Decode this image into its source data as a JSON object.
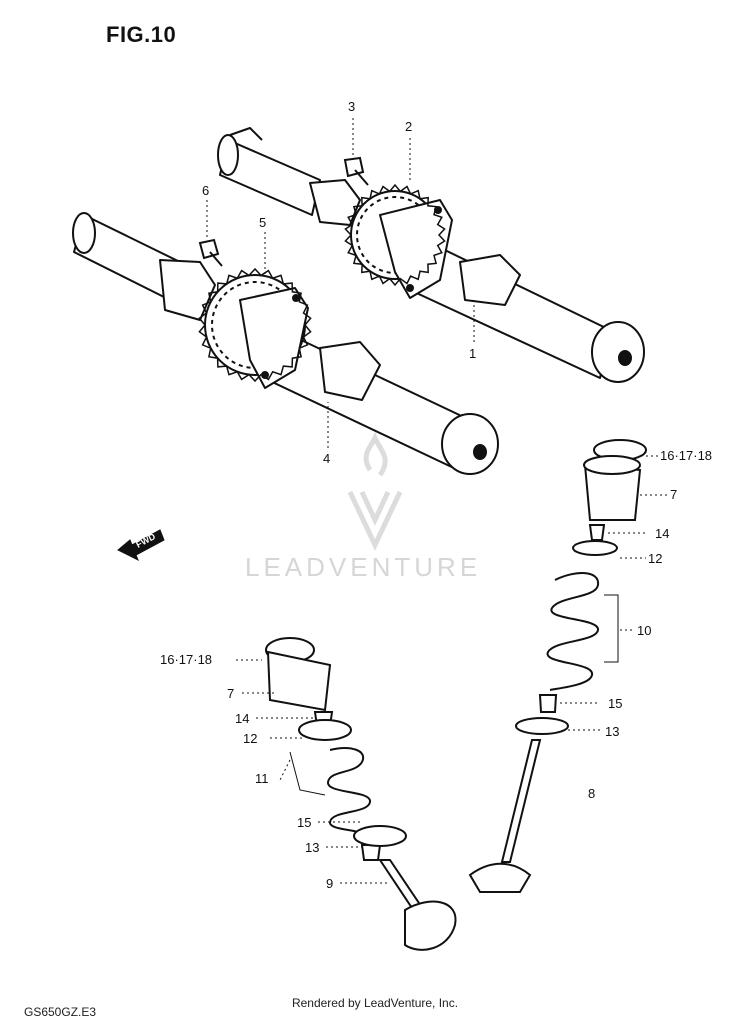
{
  "figure": {
    "title": "FIG.10",
    "code": "GS650GZ.E3"
  },
  "watermark": {
    "text": "LEADVENTURE"
  },
  "footer": {
    "text": "Rendered by LeadVenture, Inc."
  },
  "direction_marker": {
    "text": "FWD",
    "icon": "forward-arrow-icon"
  },
  "callouts": {
    "c1": "1",
    "c2": "2",
    "c3": "3",
    "c4": "4",
    "c5": "5",
    "c6": "6",
    "r_16_17_18": "16·17·18",
    "r_7": "7",
    "r_14": "14",
    "r_12": "12",
    "r_10": "10",
    "r_15": "15",
    "r_13": "13",
    "r_8": "8",
    "l_16_17_18": "16·17·18",
    "l_7": "7",
    "l_14": "14",
    "l_12": "12",
    "l_11": "11",
    "l_15": "15",
    "l_13": "13",
    "l_9": "9"
  },
  "colors": {
    "line": "#111111",
    "watermark": "#d9d9d9",
    "background": "#ffffff"
  }
}
